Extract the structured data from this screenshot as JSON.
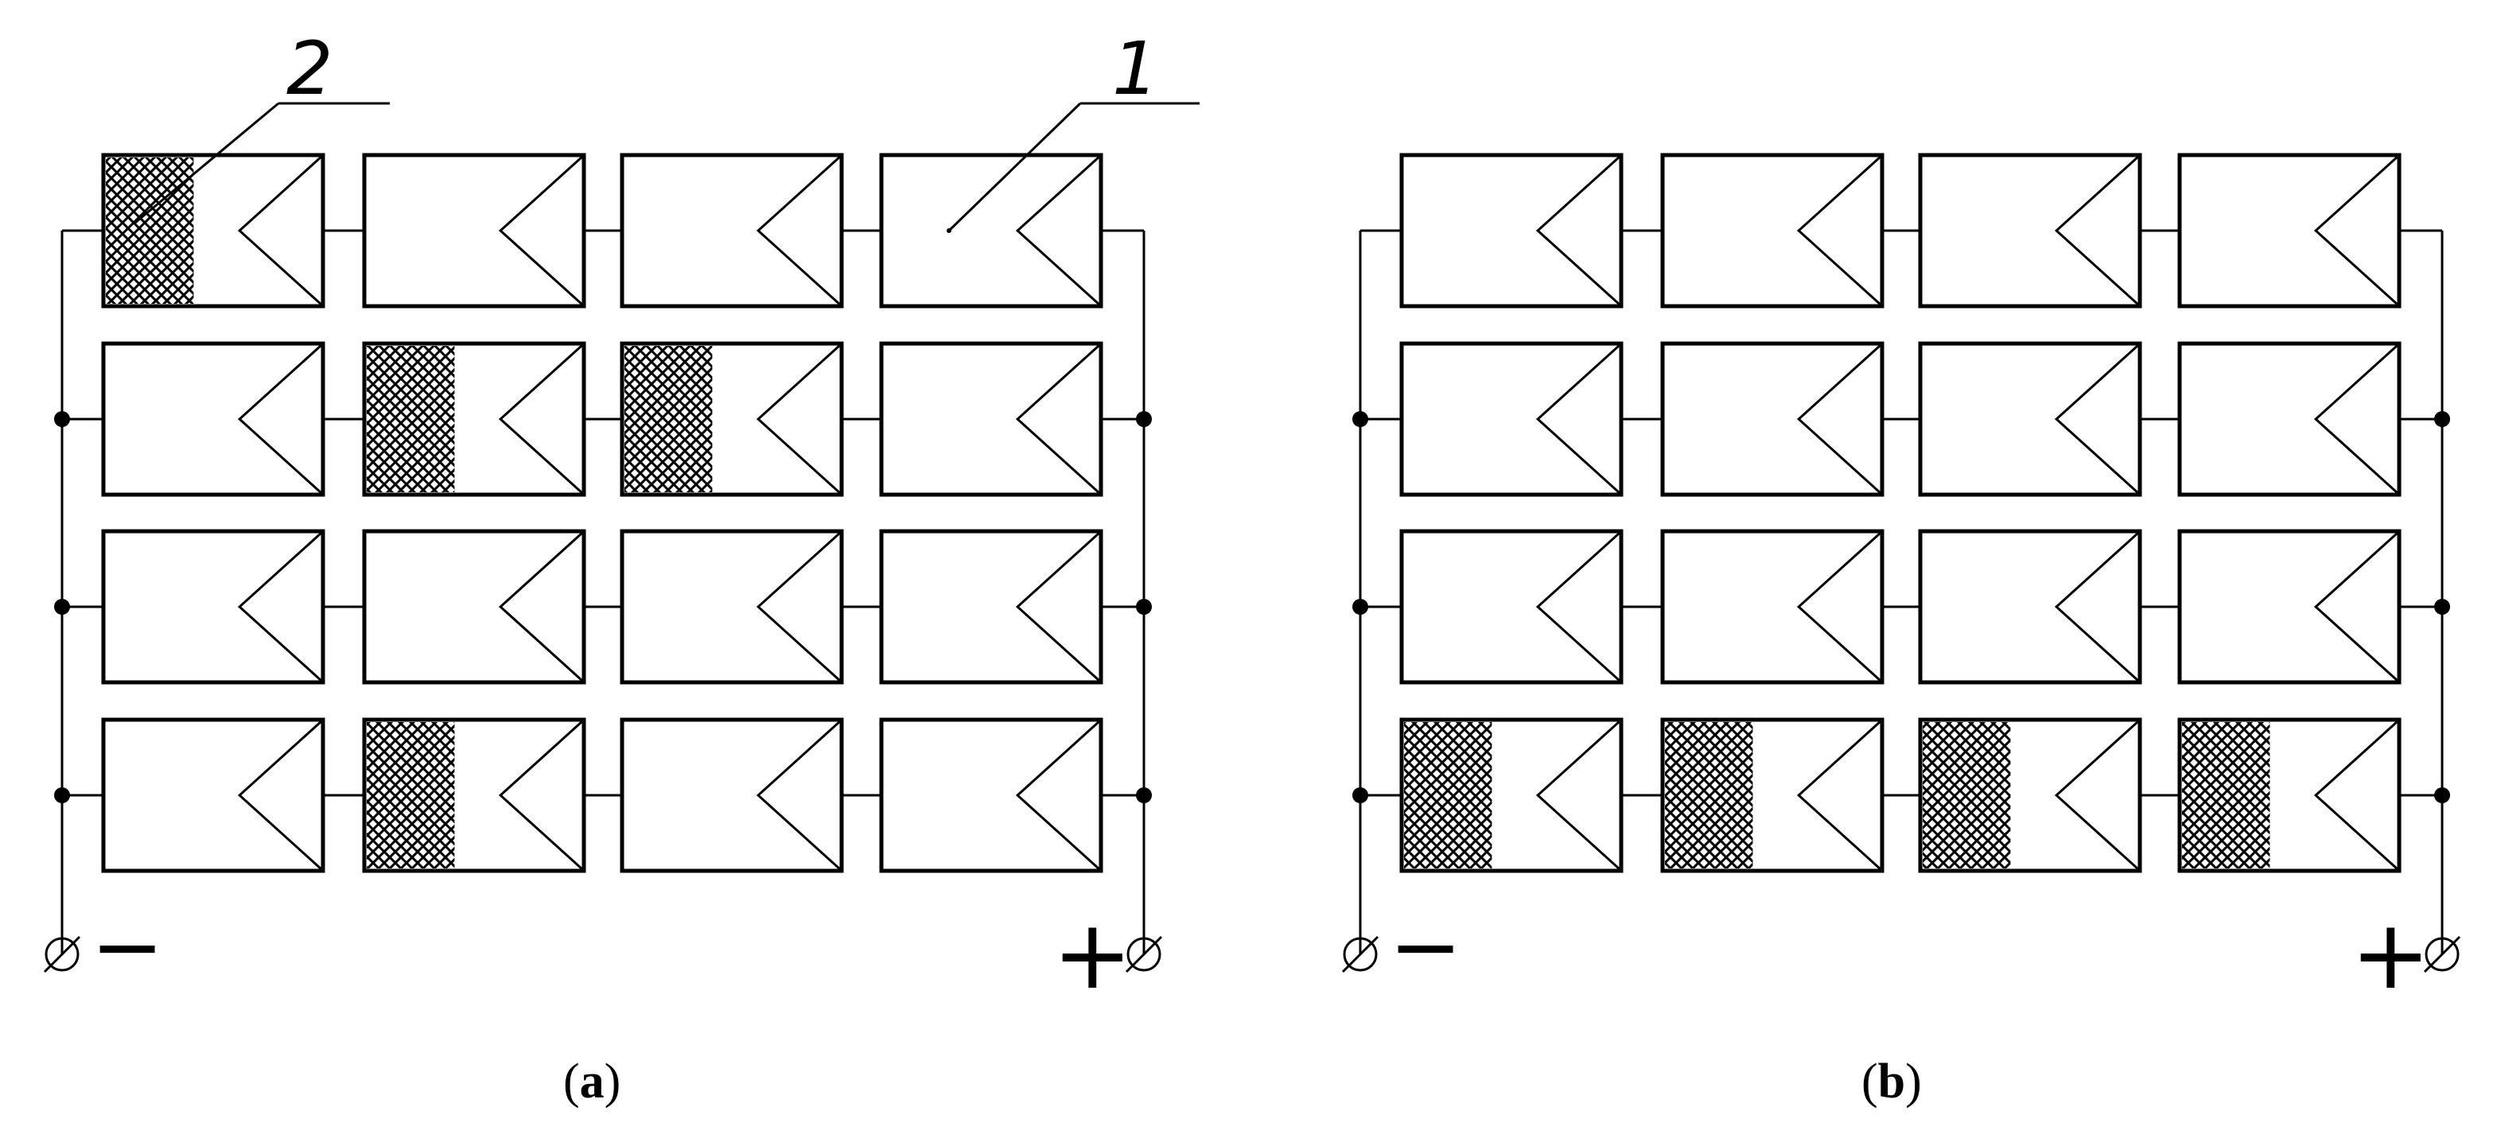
{
  "colors": {
    "stroke": "#000000",
    "background": "#ffffff",
    "hatch": "#000000"
  },
  "panels": [
    {
      "id": "a",
      "caption": {
        "open": "(",
        "label": "a",
        "close": ")"
      },
      "grid": {
        "rows": 4,
        "cols": 4
      },
      "shaded_cells": [
        [
          0,
          0
        ],
        [
          1,
          1
        ],
        [
          1,
          2
        ],
        [
          3,
          1
        ]
      ],
      "terminals": {
        "negative": "−",
        "positive": "+"
      },
      "callouts": [
        {
          "text": "2",
          "target": "shaded cell",
          "cell": [
            0,
            0
          ]
        },
        {
          "text": "1",
          "target": "cell",
          "cell": [
            0,
            3
          ]
        }
      ]
    },
    {
      "id": "b",
      "caption": {
        "open": "(",
        "label": "b",
        "close": ")"
      },
      "grid": {
        "rows": 4,
        "cols": 4
      },
      "shaded_cells": [
        [
          3,
          0
        ],
        [
          3,
          1
        ],
        [
          3,
          2
        ],
        [
          3,
          3
        ]
      ],
      "terminals": {
        "negative": "−",
        "positive": "+"
      },
      "callouts": []
    }
  ]
}
